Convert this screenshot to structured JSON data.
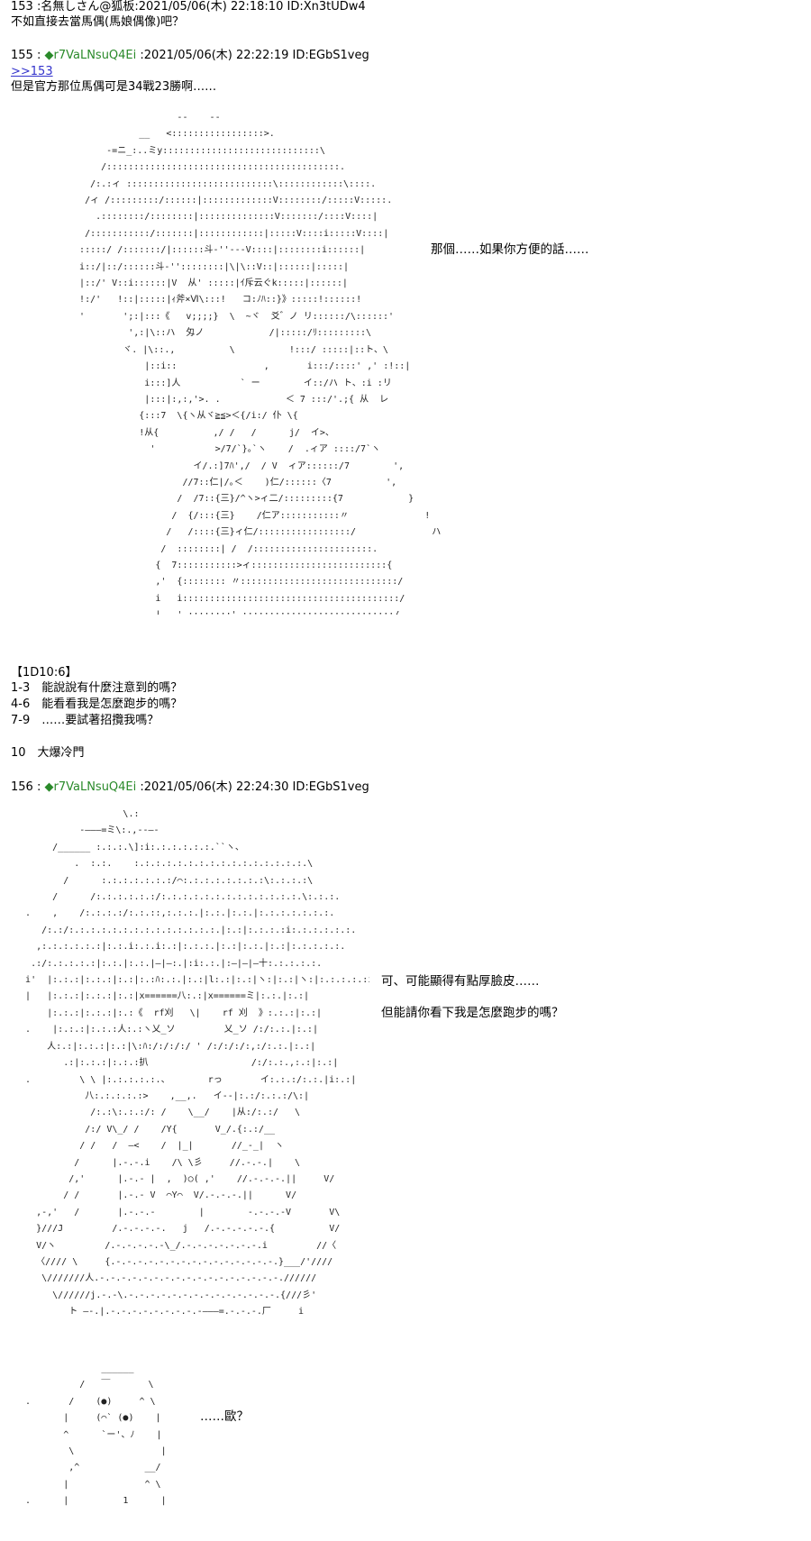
{
  "posts": [
    {
      "num": "153",
      "name": "名無しさん@狐板",
      "date": "2021/05/06(木) 22:18:10",
      "id": "ID:Xn3tUDw4",
      "lines": [
        "不如直接去當馬偶(馬娘偶像)吧？"
      ]
    },
    {
      "num": "155",
      "trip": "◆r7VaLNsuQ4Ei",
      "date": "2021/05/06(木) 22:22:19",
      "id": "ID:EGbS1veg",
      "anchor": ">>153",
      "lines": [
        "但是官方那位馬偶可是34戰23勝啊……"
      ],
      "speech": "那個……如果你方便的話……"
    },
    {
      "dice": "【1D10:6】",
      "choices": [
        "1-3　能說說有什麼注意到的嗎？",
        "4-6　能看看我是怎麼跑步的嗎？",
        "7-9　……要試著招攬我嗎？",
        "",
        "10　大爆冷門"
      ]
    },
    {
      "num": "156",
      "trip": "◆r7VaLNsuQ4Ei",
      "date": "2021/05/06(木) 22:24:30",
      "id": "ID:EGbS1veg",
      "speech1": "可、可能顯得有點厚臉皮……",
      "speech2": "但能請你看下我是怎麼跑步的嗎？",
      "speech3": "……歐？"
    }
  ]
}
